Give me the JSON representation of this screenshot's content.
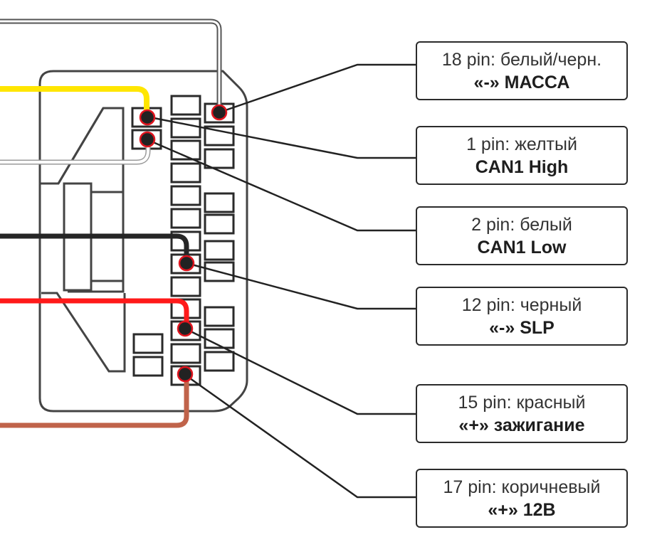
{
  "title": "OBD-II connector pinout",
  "colors": {
    "outline": "#3c3c3c",
    "pin_dot": "#222222",
    "pin_ring": "#e0141e",
    "leader": "#222222",
    "wire_yellow": "#ffe600",
    "wire_white": "#ffffff",
    "wire_white_edge": "#9a9a9a",
    "wire_black": "#262626",
    "wire_red": "#ff1a1a",
    "wire_brown": "#c0634a"
  },
  "labels": [
    {
      "pin": 18,
      "line1": "18 pin: белый/черн.",
      "line2": "«-» МАССА",
      "wire": "white-black"
    },
    {
      "pin": 1,
      "line1": "1 pin: желтый",
      "line2": "CAN1 High",
      "wire": "yellow"
    },
    {
      "pin": 2,
      "line1": "2 pin: белый",
      "line2": "CAN1 Low",
      "wire": "white"
    },
    {
      "pin": 12,
      "line1": "12 pin: черный",
      "line2": "«-» SLP",
      "wire": "black"
    },
    {
      "pin": 15,
      "line1": "15 pin: красный",
      "line2": "«+» зажигание",
      "wire": "red"
    },
    {
      "pin": 17,
      "line1": "17 pin: коричневый",
      "line2": "«+» 12В",
      "wire": "brown"
    }
  ]
}
